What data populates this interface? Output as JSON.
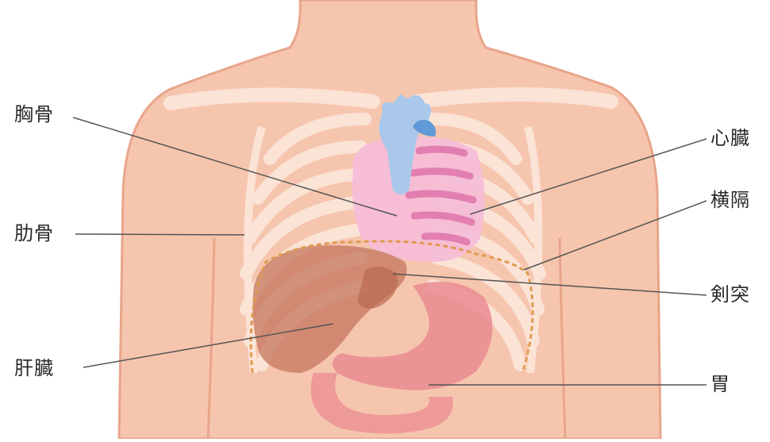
{
  "labels": {
    "sternum": "胸骨",
    "rib": "肋骨",
    "liver": "肝臓",
    "heart": "心臓",
    "diaphragm": "横隔",
    "xiphoid": "剣突",
    "stomach": "胃"
  },
  "colors": {
    "skin": "#f6c5ae",
    "skin_outline": "#e8a58a",
    "bone": "#fbe3d6",
    "heart_pink": "#f5bcd8",
    "heart_stripes": "#e27fb0",
    "vessel_blue": "#a9c8ea",
    "vessel_dark": "#5f9ad6",
    "liver": "#c77a60",
    "stomach": "#e98b92",
    "diaphragm_dash": "#e09a50",
    "leader_line": "#555555"
  }
}
